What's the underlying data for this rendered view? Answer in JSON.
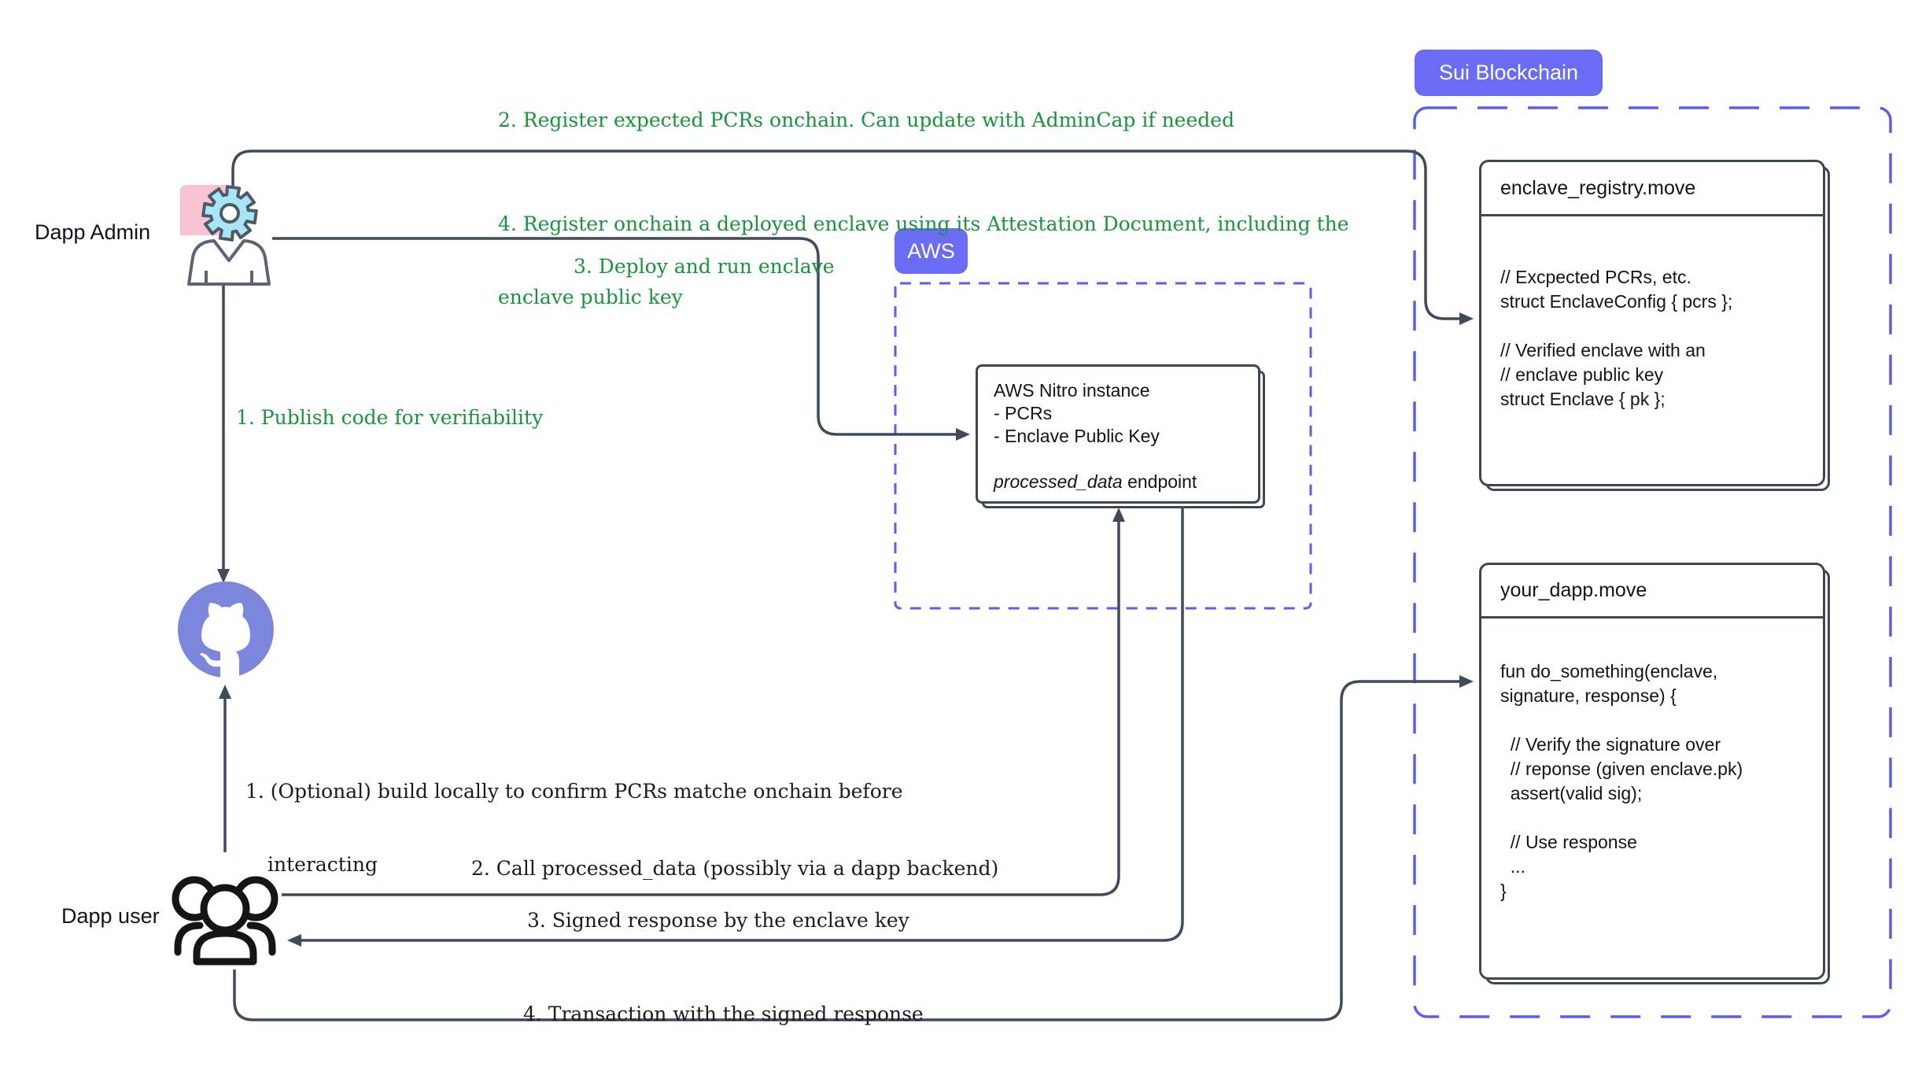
{
  "actors": {
    "admin": "Dapp Admin",
    "user": "Dapp user"
  },
  "badges": {
    "sui": "Sui Blockchain",
    "aws": "AWS"
  },
  "admin_annotations": {
    "publish": "1. Publish code for verifiability",
    "register_pcrs": "2. Register expected PCRs onchain. Can update with AdminCap if needed",
    "deploy": "3. Deploy and run enclave",
    "register_enclave_line1": "4. Register onchain a deployed enclave using its Attestation Document, including the",
    "register_enclave_line2": "enclave public key"
  },
  "user_annotations": {
    "build_line1": "1. (Optional) build locally to confirm PCRs matche onchain before",
    "build_line2": "interacting",
    "call": "2. Call processed_data (possibly via a dapp backend)",
    "signed": "3. Signed response by the enclave key",
    "transaction": "4. Transaction with the signed response"
  },
  "boxes": {
    "nitro": {
      "title": "AWS Nitro instance",
      "lines": [
        "- PCRs",
        "- Enclave Public Key"
      ],
      "endpoint_italic": "processed_data",
      "endpoint_rest": " endpoint"
    },
    "registry": {
      "title": "enclave_registry.move",
      "lines": [
        "// Excpected PCRs, etc.",
        "struct EnclaveConfig { pcrs };",
        "",
        "// Verified enclave with an",
        "// enclave public key",
        "struct Enclave { pk };"
      ]
    },
    "dapp": {
      "title": "your_dapp.move",
      "lines": [
        "fun do_something(enclave,",
        "signature, response) {",
        "",
        "  // Verify the signature over",
        "  // reponse (given enclave.pk)",
        "  assert(valid sig);",
        "",
        "  // Use response",
        "  ...",
        "}"
      ]
    }
  },
  "colors": {
    "accent_purple": "#6a6cf6",
    "dash_purple": "#5b5ef0",
    "connector_slate": "#3f4a5a",
    "annotation_green": "#17953b",
    "github_blue": "#7b86dc",
    "gear_cyan": "#a9e6f5",
    "pink": "#f9c3d2"
  }
}
